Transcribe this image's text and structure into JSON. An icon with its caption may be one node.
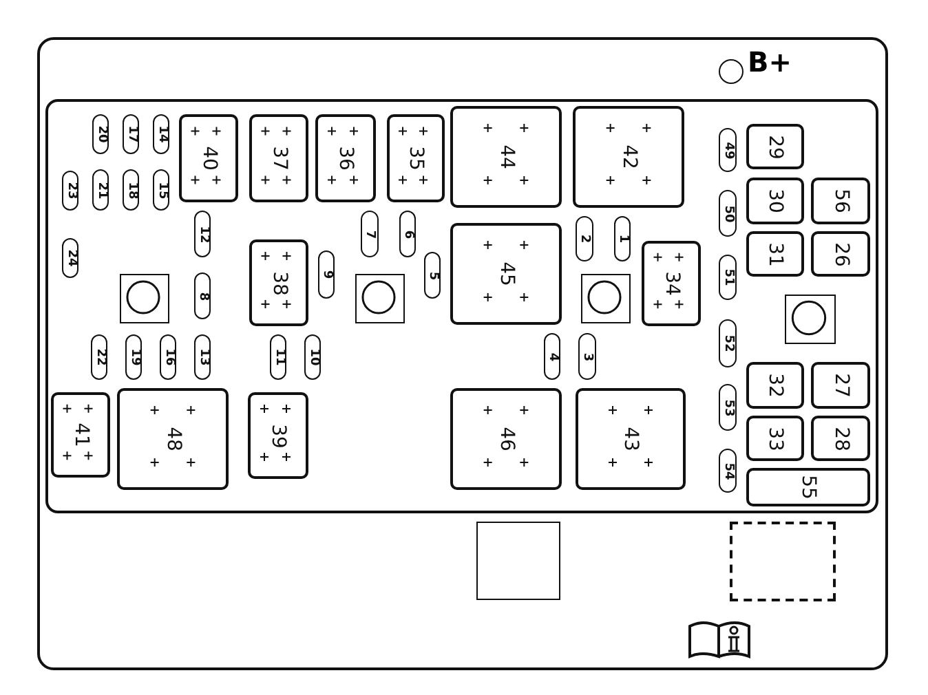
{
  "diagram": {
    "nodes": [
      {
        "text": [],
        "shape": "box"
      },
      {
        "text": [],
        "shape": "circle",
        "beside": [
          "B+"
        ],
        "in": 0
      },
      {
        "text": [],
        "shape": "box",
        "in": 0
      },
      {
        "text": [
          "20"
        ],
        "in": 2
      },
      {
        "text": [
          "17"
        ],
        "in": 2
      },
      {
        "text": [
          "14"
        ],
        "in": 2
      },
      {
        "text": [
          "40"
        ],
        "in": 2
      },
      {
        "text": [
          "37"
        ],
        "in": 2
      },
      {
        "text": [
          "36"
        ],
        "in": 2
      },
      {
        "text": [
          "35"
        ],
        "in": 2
      },
      {
        "text": [
          "44"
        ],
        "in": 2
      },
      {
        "text": [
          "42"
        ],
        "in": 2
      },
      {
        "text": [
          "49"
        ],
        "in": 2
      },
      {
        "text": [
          "29"
        ],
        "in": 2
      },
      {
        "text": [
          "23"
        ],
        "in": 2
      },
      {
        "text": [
          "21"
        ],
        "in": 2
      },
      {
        "text": [
          "18"
        ],
        "in": 2
      },
      {
        "text": [
          "15"
        ],
        "in": 2
      },
      {
        "text": [
          "50"
        ],
        "in": 2
      },
      {
        "text": [
          "30"
        ],
        "in": 2
      },
      {
        "text": [
          "56"
        ],
        "in": 2
      },
      {
        "text": [
          "12"
        ],
        "in": 2
      },
      {
        "text": [
          "7"
        ],
        "in": 2
      },
      {
        "text": [
          "6"
        ],
        "in": 2
      },
      {
        "text": [
          "2"
        ],
        "in": 2
      },
      {
        "text": [
          "1"
        ],
        "in": 2
      },
      {
        "text": [
          "45"
        ],
        "in": 2
      },
      {
        "text": [
          "38"
        ],
        "in": 2
      },
      {
        "text": [
          "34"
        ],
        "in": 2
      },
      {
        "text": [
          "31"
        ],
        "in": 2
      },
      {
        "text": [
          "26"
        ],
        "in": 2
      },
      {
        "text": [
          "24"
        ],
        "in": 2
      },
      {
        "text": [
          "9"
        ],
        "in": 2
      },
      {
        "text": [
          "5"
        ],
        "in": 2
      },
      {
        "text": [
          "51"
        ],
        "in": 2
      },
      {
        "text": [],
        "shape": "box",
        "in": 2
      },
      {
        "text": [
          "8"
        ],
        "in": 2
      },
      {
        "text": [],
        "shape": "box",
        "in": 2
      },
      {
        "text": [],
        "shape": "box",
        "in": 2
      },
      {
        "text": [],
        "shape": "box",
        "in": 2
      },
      {
        "text": [
          "52"
        ],
        "in": 2
      },
      {
        "text": [
          "22"
        ],
        "in": 2
      },
      {
        "text": [
          "19"
        ],
        "in": 2
      },
      {
        "text": [
          "16"
        ],
        "in": 2
      },
      {
        "text": [
          "13"
        ],
        "in": 2
      },
      {
        "text": [
          "11"
        ],
        "in": 2
      },
      {
        "text": [
          "10"
        ],
        "in": 2
      },
      {
        "text": [
          "4"
        ],
        "in": 2
      },
      {
        "text": [
          "3"
        ],
        "in": 2
      },
      {
        "text": [
          "32"
        ],
        "in": 2
      },
      {
        "text": [
          "27"
        ],
        "in": 2
      },
      {
        "text": [
          "53"
        ],
        "in": 2
      },
      {
        "text": [
          "41"
        ],
        "in": 2
      },
      {
        "text": [
          "48"
        ],
        "in": 2
      },
      {
        "text": [
          "39"
        ],
        "in": 2
      },
      {
        "text": [
          "46"
        ],
        "in": 2
      },
      {
        "text": [
          "43"
        ],
        "in": 2
      },
      {
        "text": [
          "33"
        ],
        "in": 2
      },
      {
        "text": [
          "28"
        ],
        "in": 2
      },
      {
        "text": [
          "54"
        ],
        "in": 2
      },
      {
        "text": [
          "55"
        ],
        "in": 2
      },
      {
        "text": [],
        "shape": "box",
        "in": 0
      },
      {
        "text": [],
        "shape": "box",
        "in": 0
      }
    ]
  }
}
